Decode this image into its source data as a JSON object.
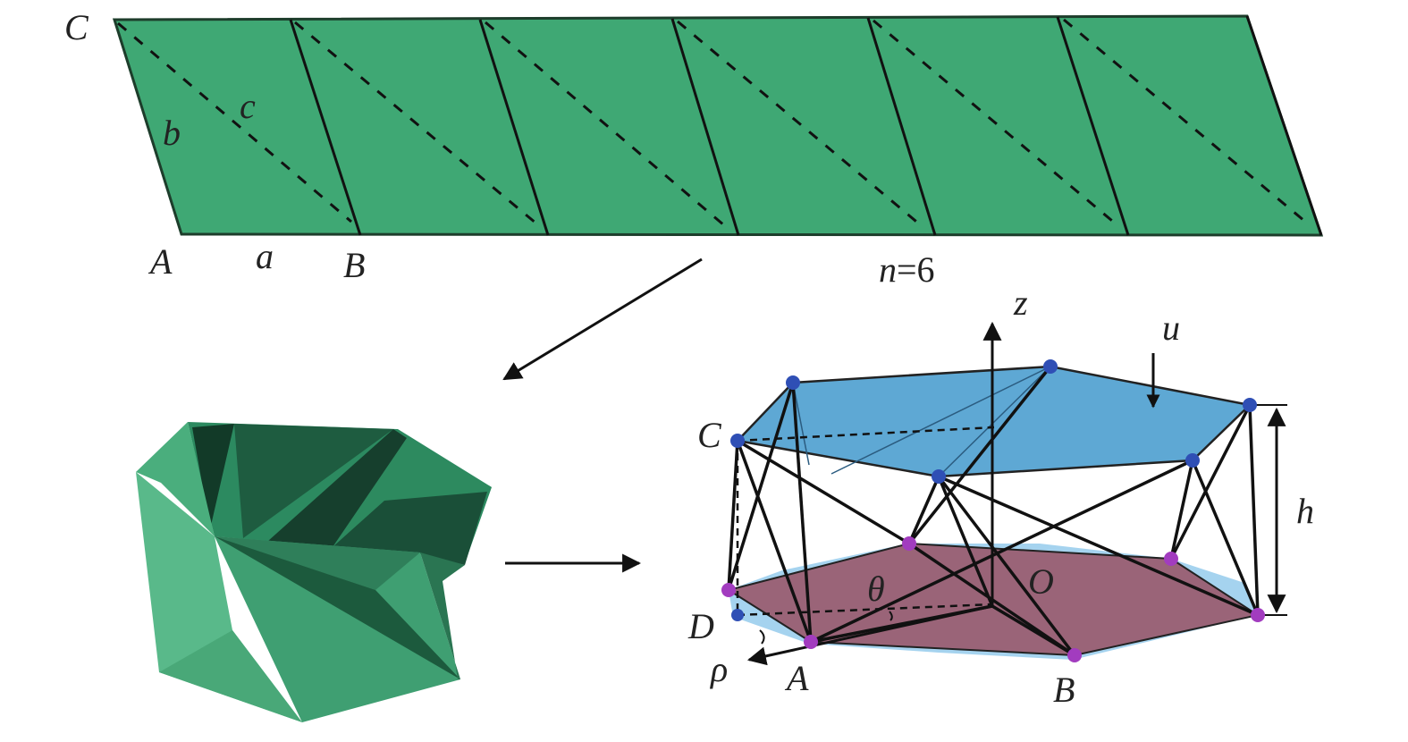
{
  "colors": {
    "paper_green": "#3fa874",
    "paper_green_light": "#58bf8a",
    "paper_green_dark": "#237a55",
    "top_hex": "#5ea8d4",
    "bottom_hex": "#9a6478",
    "node_blue": "#2f4fb5",
    "node_purple": "#a23cbf"
  },
  "pattern": {
    "corner_C": "C",
    "fold_b": "b",
    "fold_c": "c",
    "edge_a": "a",
    "corner_A": "A",
    "corner_B": "B",
    "n_var": "n",
    "n_eq": "=6"
  },
  "model": {
    "axis_z": "z",
    "disp_u": "u",
    "height_h": "h",
    "node_C": "C",
    "node_D": "D",
    "angle_theta": "θ",
    "origin_O": "O",
    "radial_rho": "ρ",
    "node_A": "A",
    "node_B": "B"
  }
}
